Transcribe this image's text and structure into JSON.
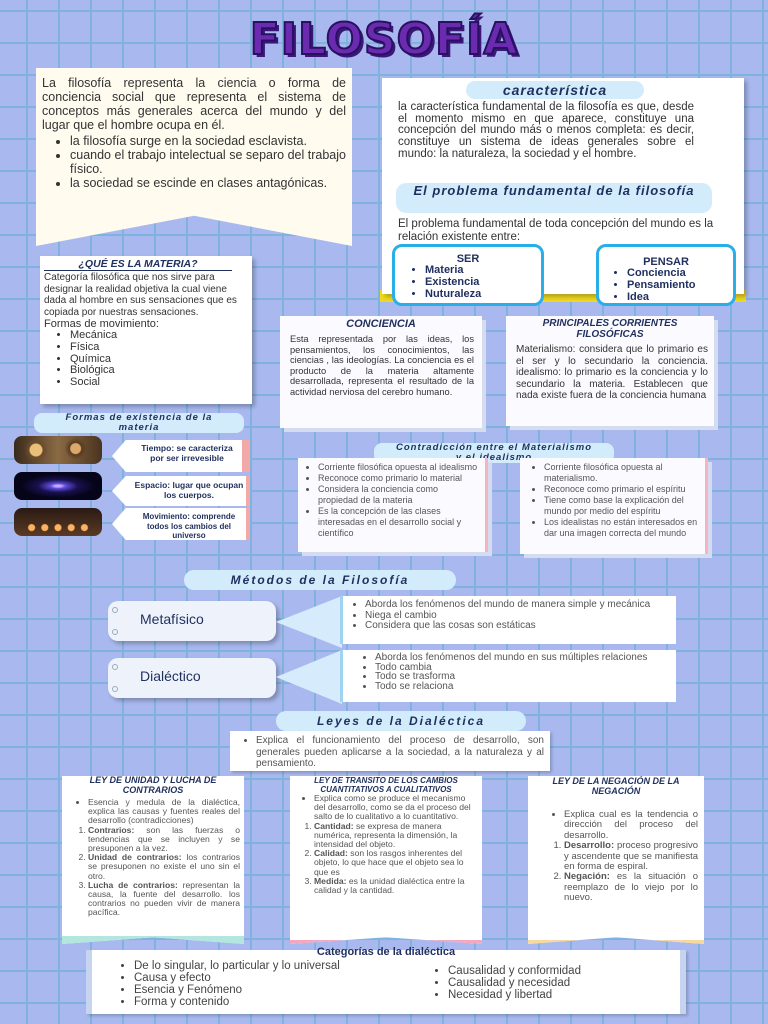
{
  "title": "FILOSOFÍA",
  "intro": {
    "text": "La filosofía representa la ciencia o forma de conciencia social que representa el sistema de conceptos más generales acerca del mundo y del lugar que el hombre ocupa en él.",
    "bullets": [
      "la filosofía surge en la sociedad esclavista.",
      "cuando el trabajo intelectual se separo del trabajo físico.",
      "la sociedad se escinde en clases antagónicas."
    ]
  },
  "caracteristica": {
    "heading": "característica",
    "text": "la característica fundamental de la filosofía es que, desde el momento mismo en que aparece, constituye una concepción del mundo más o menos completa: es decir, constituye un sistema de ideas generales sobre el mundo: la naturaleza, la sociedad y el hombre."
  },
  "problema": {
    "heading": "El problema fundamental de la filosofía",
    "text": "El problema fundamental de toda concepción del mundo es la relación existente entre:",
    "ser": {
      "title": "SER",
      "items": [
        "Materia",
        "Existencia",
        "Nuturaleza"
      ]
    },
    "pensar": {
      "title": "PENSAR",
      "items": [
        "Conciencia",
        "Pensamiento",
        "Idea"
      ]
    }
  },
  "materia": {
    "heading": "¿QUÉ ES LA MATERIA?",
    "text": "Categoría filosófica que nos sirve para designar la realidad objetiva la cual viene dada al hombre en sus sensaciones que es copiada por nuestras sensaciones.",
    "formas_label": "Formas de movimiento:",
    "formas": [
      "Mecánica",
      "Física",
      "Química",
      "Biológica",
      "Social"
    ]
  },
  "conciencia": {
    "heading": "CONCIENCIA",
    "text": "Esta representada por las ideas, los pensamientos, los conocimientos, las ciencias , las ideologías. La conciencia es el producto de la materia altamente desarrollada, representa el resultado de la actividad nerviosa del cerebro humano."
  },
  "corrientes": {
    "heading": "PRINCIPALES CORRIENTES FILOSÓFICAS",
    "text": "Materialismo: considera que lo primario es el ser y lo secundario la conciencia. idealismo: lo primario es la conciencia y lo secundario la materia. Establecen que nada existe fuera de la conciencia humana"
  },
  "formas_existencia": {
    "heading": "Formas de existencia de la materia",
    "items": [
      "Tiempo: se caracteriza por ser irrevesible",
      "Espacio: lugar que ocupan los cuerpos.",
      "Movimiento: comprende todos los cambios del universo"
    ]
  },
  "contradiccion": {
    "heading": "Contradicción entre el Materialismo y el idealismo",
    "left": [
      "Corriente filosófica opuesta al idealismo",
      "Reconoce como primario lo material",
      "Considera la conciencia como propiedad de la materia",
      "Es la concepción de las clases interesadas en el desarrollo social y científico"
    ],
    "right": [
      "Corriente filosófica opuesta al materialismo.",
      "Reconoce como primario el espíritu",
      "Tiene como base la explicación del mundo por medio del espíritu",
      "Los idealistas no están interesados en dar una imagen correcta del mundo"
    ]
  },
  "metodos": {
    "heading": "Métodos de la Filosofía",
    "metafisico": {
      "label": "Metafísico",
      "items": [
        "Aborda los fenómenos del mundo de manera simple y mecánica",
        "Niega el cambio",
        "Considera que las cosas son estáticas"
      ]
    },
    "dialectico": {
      "label": "Dialéctico",
      "items": [
        "Aborda los fenómenos del mundo en sus múltiples relaciones",
        "Todo cambia",
        "Todo se trasforma",
        "Todo se relaciona"
      ]
    }
  },
  "leyes": {
    "heading": "Leyes de la Dialéctica",
    "intro": "Explica el funcionamiento del proceso de desarrollo, son generales pueden aplicarse a la sociedad, a la naturaleza y al pensamiento.",
    "ley1": {
      "title": "LEY DE UNIDAD Y LUCHA DE CONTRARIOS",
      "bullet": "Esencia y medula de la dialéctica, explica las causas y fuentes reales del desarrollo (contradicciones)",
      "items": [
        {
          "b": "Contrarios:",
          "t": " son las fuerzas o tendencias que se incluyen y se presuponen a la vez."
        },
        {
          "b": "Unidad de contrarios:",
          "t": " los contrarios se presuponen no existe el uno sin el otro."
        },
        {
          "b": "Lucha de contrarios:",
          "t": " representan la causa, la fuente del desarrollo. los contrarios no pueden vivir de manera pacífica."
        }
      ]
    },
    "ley2": {
      "title": "LEY DE TRANSITO DE LOS CAMBIOS CUANTITATIVOS A CUALITATIVOS",
      "bullet": "Explica como se produce el mecanismo del desarrollo, como se da el proceso del salto de lo cualitativo a lo cuantitativo.",
      "items": [
        {
          "b": "Cantidad:",
          "t": " se expresa de manera numérica, representa la dimensión, la intensidad del objeto."
        },
        {
          "b": "Calidad:",
          "t": " son los rasgos inherentes del objeto, lo que hace que el objeto sea lo que es"
        },
        {
          "b": "Medida:",
          "t": " es la unidad dialéctica entre la calidad y la cantidad."
        }
      ]
    },
    "ley3": {
      "title": "LEY DE LA NEGACIÓN DE LA NEGACIÓN",
      "bullet": "Explica cual es la tendencia o dirección del proceso del desarrollo.",
      "items": [
        {
          "b": "Desarrollo:",
          "t": " proceso progresivo y ascendente que se manifiesta en forma de espiral."
        },
        {
          "b": "Negación:",
          "t": " es la situación o reemplazo de lo viejo por lo nuevo."
        }
      ]
    }
  },
  "categorias": {
    "heading": "Categorías de la dialéctica",
    "left": [
      "De lo singular, lo particular y lo universal",
      "Causa y efecto",
      "Esencia y Fenómeno",
      "Forma y contenido"
    ],
    "right": [
      "Causalidad y conformidad",
      "Causalidad y necesidad",
      "Necesidad y libertad"
    ]
  }
}
